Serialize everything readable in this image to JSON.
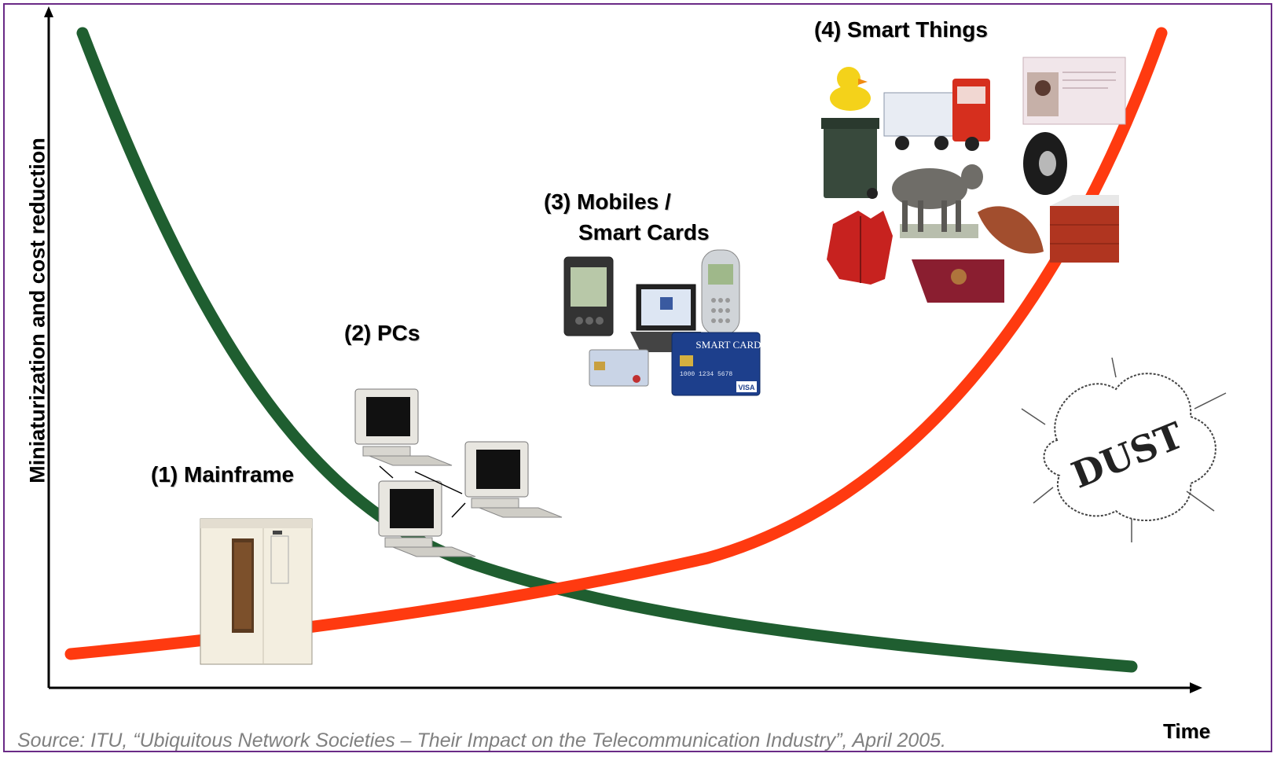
{
  "axes": {
    "x_label": "Time",
    "y_label": "Miniaturization and cost reduction"
  },
  "stages": {
    "mainframe": "(1) Mainframe",
    "pcs": "(2) PCs",
    "mobiles_line1": "(3) Mobiles /",
    "mobiles_line2": "Smart Cards",
    "smart_things": "(4) Smart Things"
  },
  "source": "Source: ITU, “Ubiquitous Network Societies – Their Impact on the Telecommunication Industry”, April 2005.",
  "images": {
    "smart_card_text": "SMART CARD",
    "visa_text": "VISA",
    "dust_text": "DUST"
  },
  "colors": {
    "frame": "#6a2a86",
    "green_curve": "#1f5e30",
    "red_curve": "#ff3a10"
  }
}
